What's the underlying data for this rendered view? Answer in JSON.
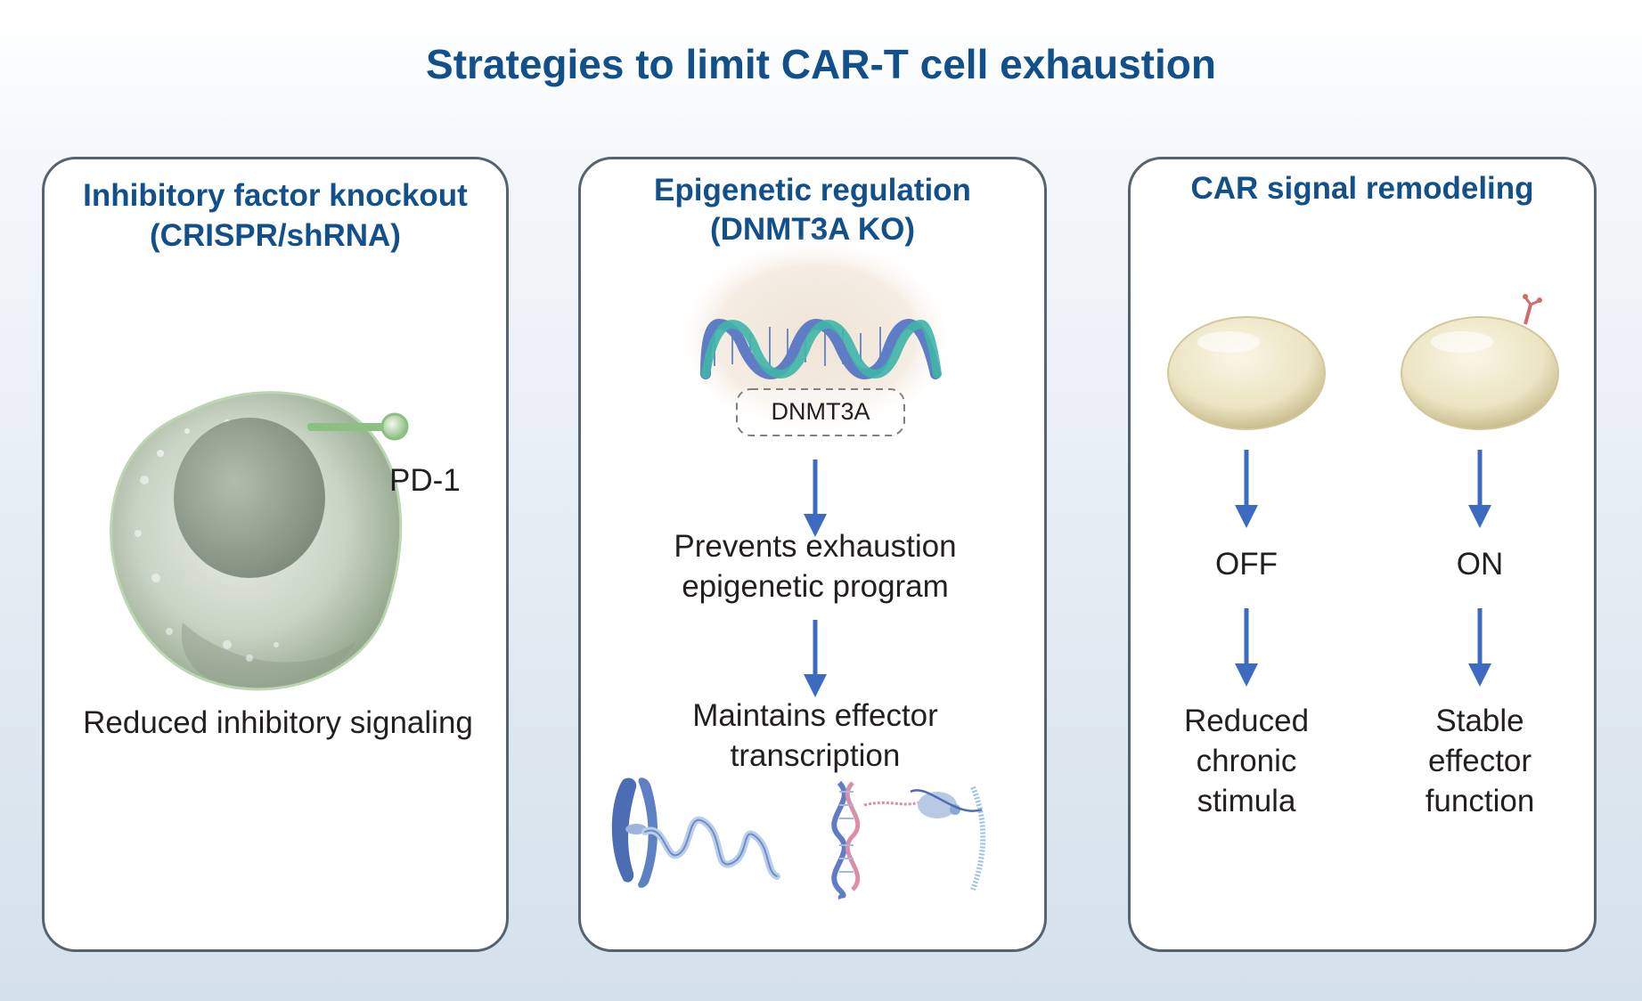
{
  "title": "Strategies to limit CAR-T cell exhaustion",
  "panels": [
    {
      "title_line1": "Inhibitory factor knockout",
      "title_line2": "(CRISPR/shRNA)",
      "pd1_label": "PD-1",
      "result": "Reduced inhibitory signaling"
    },
    {
      "title_line1": "Epigenetic regulation",
      "title_line2": "(DNMT3A KO)",
      "dnmt3a_label": "DNMT3A",
      "step1_line1": "Prevents exhaustion",
      "step1_line2": "epigenetic program",
      "step2_line1": "Maintains effector",
      "step2_line2": "transcription"
    },
    {
      "title": "CAR signal remodeling",
      "left_state": "OFF",
      "right_state": "ON",
      "left_result": [
        "Reduced",
        "chronic",
        "stimula"
      ],
      "right_result": [
        "Stable",
        "effector",
        "function"
      ]
    }
  ],
  "colors": {
    "title": "#11508a",
    "arrow": "#3c6bbf",
    "border": "#556370",
    "text": "#231f20"
  }
}
